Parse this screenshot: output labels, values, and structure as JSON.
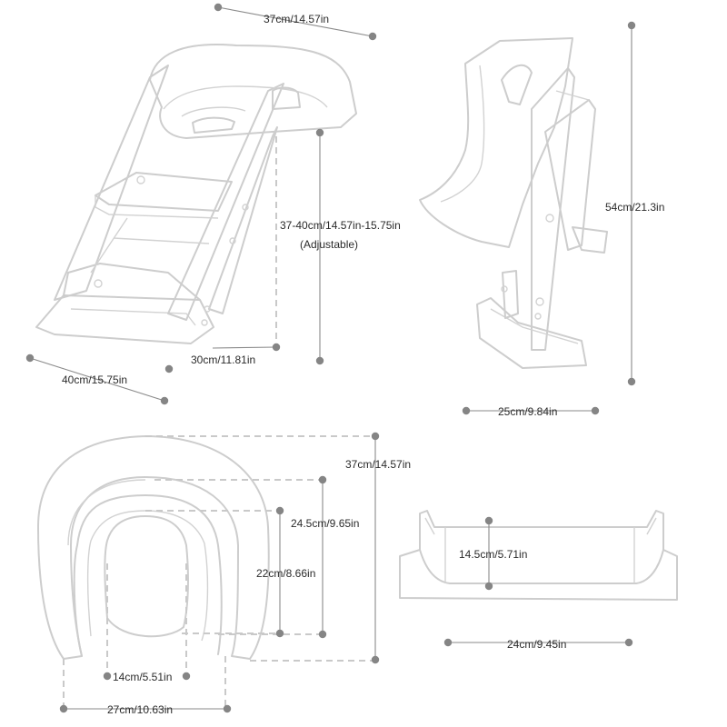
{
  "labels": {
    "ladder_top_width": "37cm/14.57in",
    "ladder_height": "37-40cm/14.57in-15.75in",
    "adjustable": "(Adjustable)",
    "ladder_base_depth": "30cm/11.81in",
    "ladder_length": "40cm/15.75in",
    "side_height": "54cm/21.3in",
    "side_depth": "25cm/9.84in",
    "seat_length": "37cm/14.57in",
    "seat_inner_length": "24.5cm/9.65in",
    "seat_hole_length": "22cm/8.66in",
    "seat_hole_width": "14cm/5.51in",
    "seat_width": "27cm/10.63in",
    "step_depth": "14.5cm/5.71in",
    "step_width": "24cm/9.45in"
  }
}
